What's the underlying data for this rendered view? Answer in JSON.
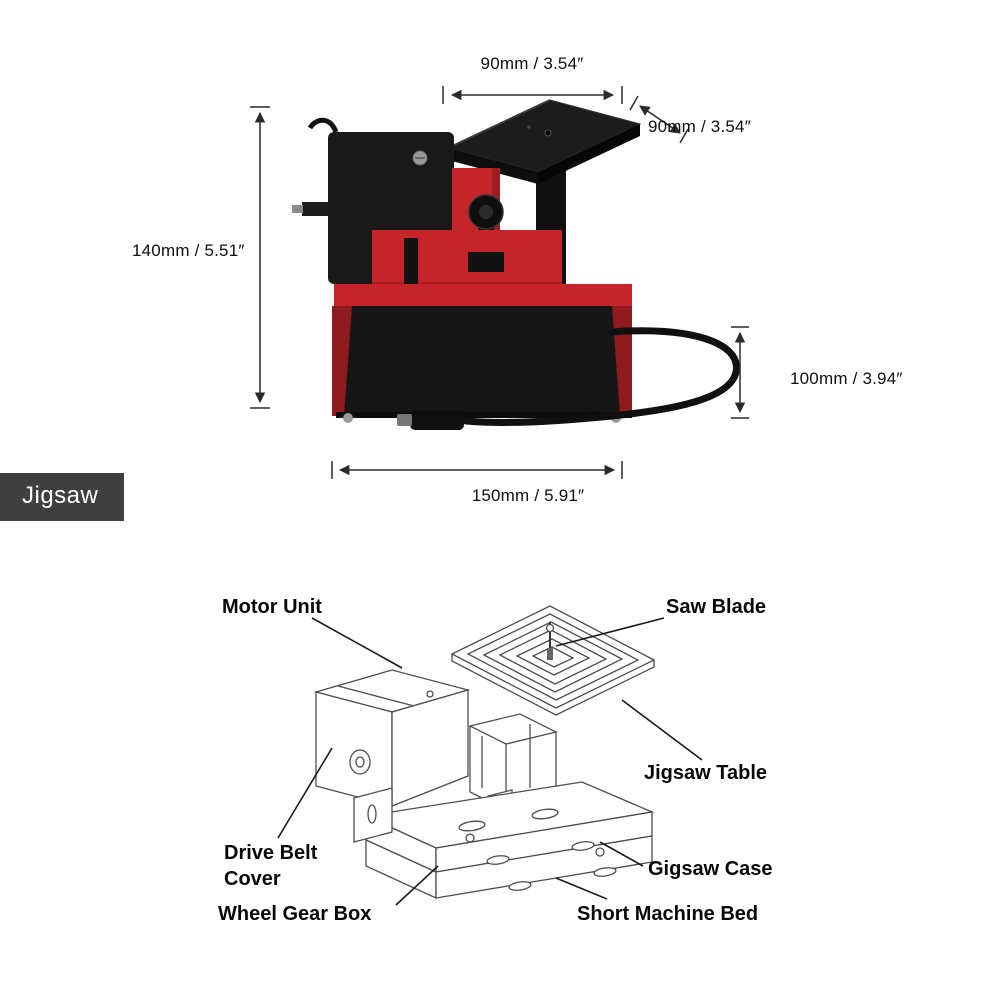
{
  "product": {
    "name_badge": "Jigsaw"
  },
  "dimensions": {
    "table_width": "90mm / 3.54″",
    "table_depth": "90mm / 3.54″",
    "overall_height": "140mm / 5.51″",
    "base_height": "100mm / 3.94″",
    "base_length": "150mm / 5.91″"
  },
  "part_labels": {
    "motor_unit": "Motor Unit",
    "saw_blade": "Saw Blade",
    "jigsaw_table": "Jigsaw Table",
    "drive_belt_cover": "Drive Belt\nCover",
    "gigsaw_case": "Gigsaw Case",
    "wheel_gear_box": "Wheel Gear Box",
    "short_machine_bed": "Short Machine Bed"
  },
  "colors": {
    "machine_red": "#c4242a",
    "machine_black": "#1a1a1a",
    "badge_background": "#3f3f3f",
    "line_art_stroke": "#4d4d4d"
  }
}
